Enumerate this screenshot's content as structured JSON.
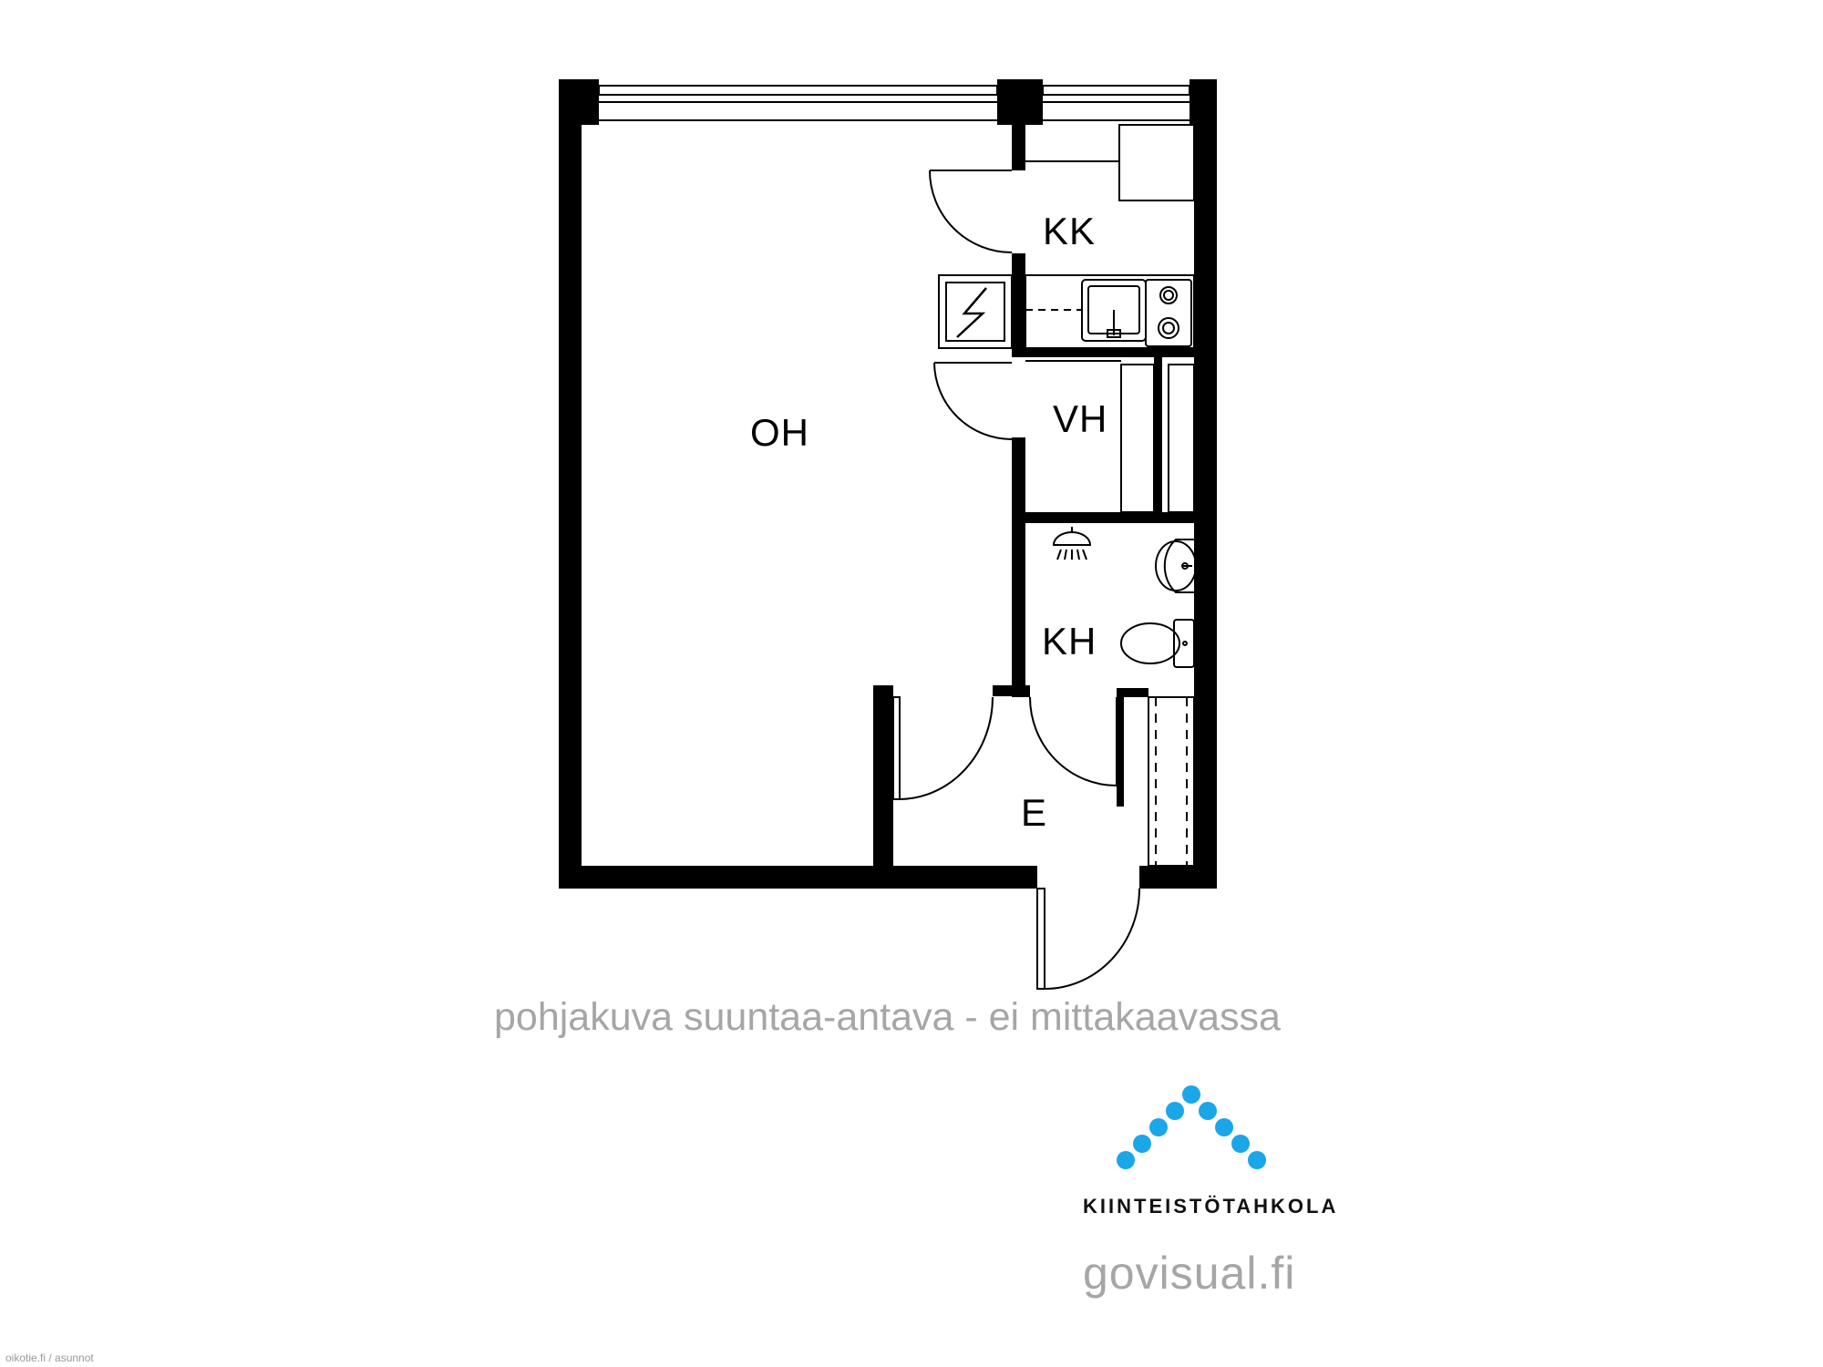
{
  "rooms": {
    "oh": "OH",
    "kk": "KK",
    "vh": "VH",
    "kh": "KH",
    "e": "E"
  },
  "disclaimer": "pohjakuva suuntaa-antava - ei mittakaavassa",
  "brand": {
    "name": "KIINTEISTÖTAHKOLA",
    "website": "govisual.fi",
    "logo_color": "#1ba6e8"
  },
  "source_note": "oikotie.fi / asunnot",
  "icons": [
    "electric-panel-icon",
    "sink-icon",
    "stove-icon",
    "shower-icon",
    "washbasin-icon",
    "toilet-icon"
  ]
}
